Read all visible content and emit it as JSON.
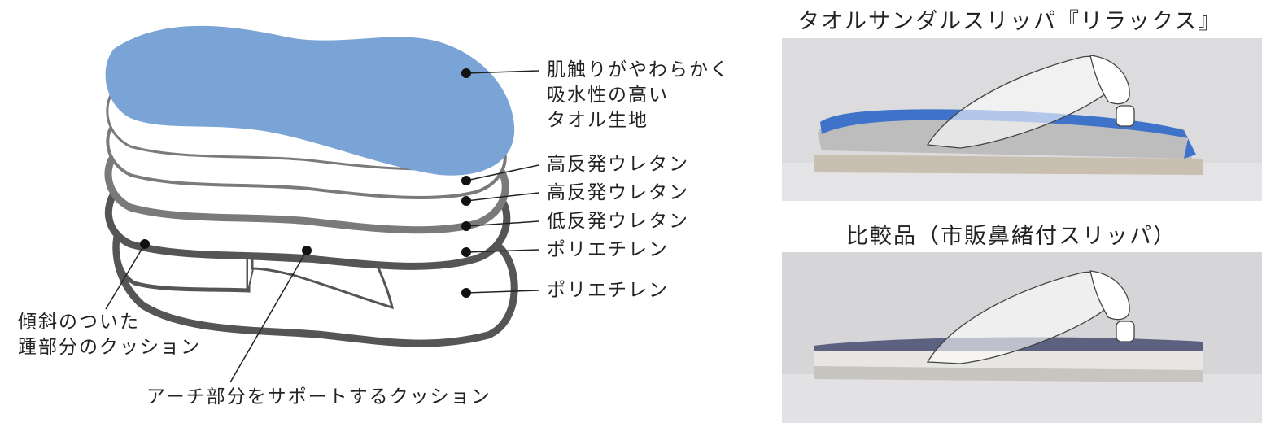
{
  "diagram": {
    "right_labels": [
      [
        "肌触りがやわらかく",
        "吸水性の高い",
        "タオル生地"
      ],
      [
        "高反発ウレタン"
      ],
      [
        "高反発ウレタン"
      ],
      [
        "低反発ウレタン"
      ],
      [
        "ポリエチレン"
      ],
      [
        "ポリエチレン"
      ]
    ],
    "heel_label": [
      "傾斜のついた",
      "踵部分のクッション"
    ],
    "arch_label": "アーチ部分をサポートするクッション",
    "colors": {
      "towel": "#7aa4d6",
      "outline_dark": "#555555",
      "outline_mid": "#7a7a7a"
    }
  },
  "photos": {
    "product": {
      "title": "タオルサンダルスリッパ『リラックス』"
    },
    "comparison": {
      "title": "比較品（市販鼻緒付スリッパ）"
    }
  }
}
